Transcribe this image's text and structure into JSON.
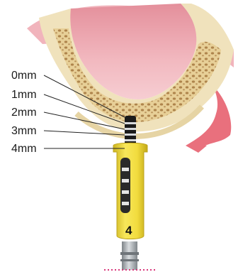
{
  "depth_labels": [
    "0mm",
    "1mm",
    "2mm",
    "3mm",
    "4mm"
  ],
  "sleeve_number": "4",
  "colors": {
    "gum": "#f2b9c0",
    "gum_edge": "#e76a78",
    "bone": "#efe0b8",
    "bone_dark": "#b8915a",
    "sleeve": "#f5e04a",
    "sleeve_shade": "#d7be24",
    "shaft": "#a9aeb3",
    "marker": "#d9367a"
  }
}
